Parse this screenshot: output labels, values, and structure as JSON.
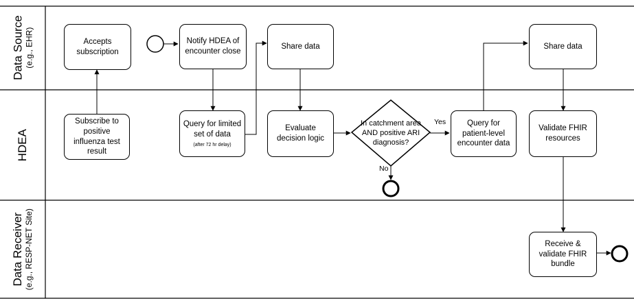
{
  "lanes": {
    "source": {
      "title": "Data Source",
      "subtitle": "(e.g., EHR)"
    },
    "hdea": {
      "title": "HDEA",
      "subtitle": ""
    },
    "receiver": {
      "title": "Data Receiver",
      "subtitle": "(e.g., RESP-NET Site)"
    }
  },
  "nodes": {
    "accepts_subscription": "Accepts subscription",
    "notify_hdea": "Notify HDEA of encounter close",
    "share_data_1": "Share data",
    "share_data_2": "Share data",
    "subscribe": "Subscribe to positive influenza test result",
    "query_limited": "Query for limited set of data",
    "query_limited_note": "(after 72 hr delay)",
    "evaluate_logic": "Evaluate decision logic",
    "decision": "In catchment area AND positive ARI diagnosis?",
    "query_patient": "Query for patient-level encounter data",
    "validate_fhir": "Validate FHIR resources",
    "receive_validate": "Receive & validate FHIR bundle"
  },
  "edge_labels": {
    "yes": "Yes",
    "no": "No"
  }
}
